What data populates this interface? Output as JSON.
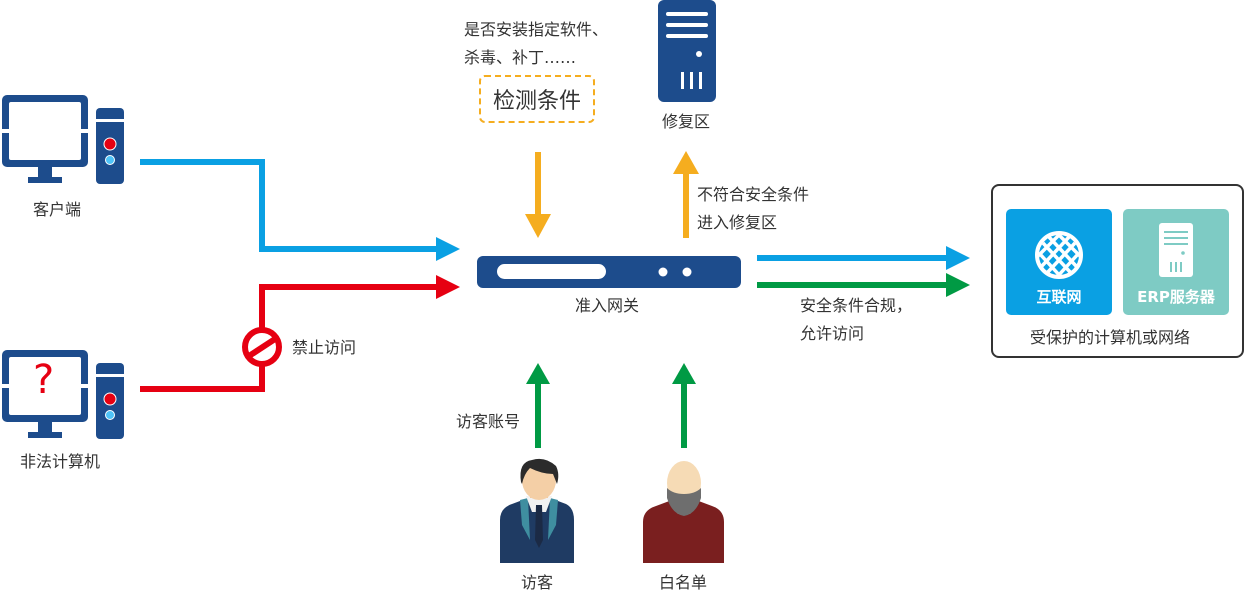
{
  "colors": {
    "device_blue": "#1d4c8c",
    "client_line": "#0aa0e3",
    "deny_line": "#e60012",
    "allow_line": "#009a44",
    "check_line": "#f5ad1f",
    "internet_tile": "#0aa0e3",
    "erp_tile": "#7ecbc4",
    "text": "#333333"
  },
  "nodes": {
    "client": {
      "label": "客户端",
      "icon": "desktop-computer-icon"
    },
    "illegal": {
      "label": "非法计算机",
      "icon": "unknown-computer-icon",
      "mark": "?"
    },
    "gateway": {
      "label": "准入网关",
      "icon": "gateway-device-icon"
    },
    "remediation": {
      "label": "修复区",
      "icon": "server-icon"
    },
    "visitor": {
      "label": "访客",
      "icon": "visitor-person-icon"
    },
    "whitelist": {
      "label": "白名单",
      "icon": "bearded-person-icon"
    }
  },
  "detection": {
    "note_line1": "是否安装指定软件、",
    "note_line2": "杀毒、补丁……",
    "box_label": "检测条件"
  },
  "edges": {
    "deny_label": "禁止访问",
    "noncompliant_line1": "不符合安全条件",
    "noncompliant_line2": "进入修复区",
    "compliant_line1": "安全条件合规，",
    "compliant_line2": "允许访问",
    "visitor_account": "访客账号"
  },
  "protected": {
    "caption": "受保护的计算机或网络",
    "tiles": [
      {
        "label": "互联网",
        "icon": "globe-icon"
      },
      {
        "label": "ERP服务器",
        "icon": "server-icon"
      }
    ]
  }
}
